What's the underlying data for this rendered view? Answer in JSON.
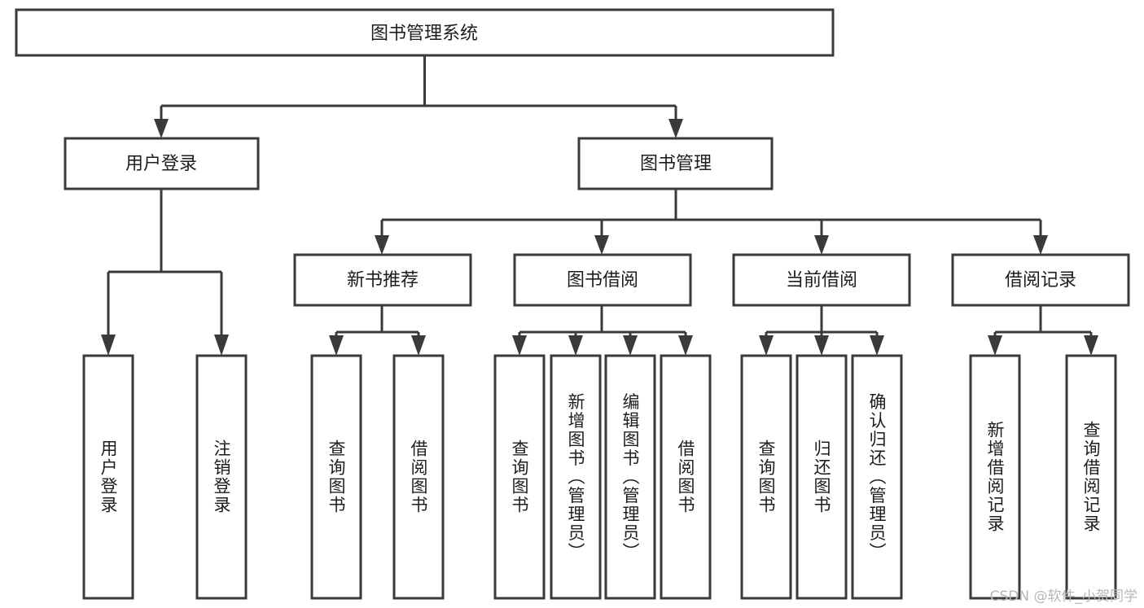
{
  "diagram": {
    "type": "tree-hierarchy-chart",
    "title": "图书管理系统",
    "watermark": "CSDN @软件_小贺同学",
    "colors": {
      "stroke": "#3a3a3a",
      "fill": "#ffffff",
      "text": "#1d1d1d",
      "watermark": "#b7b7b7",
      "background": "#ffffff"
    },
    "root": {
      "label": "图书管理系统"
    },
    "level2": [
      {
        "id": "user-login",
        "label": "用户登录"
      },
      {
        "id": "book-management",
        "label": "图书管理"
      }
    ],
    "level3": [
      {
        "id": "new-book-recommend",
        "label": "新书推荐",
        "parent": "book-management"
      },
      {
        "id": "book-borrow",
        "label": "图书借阅",
        "parent": "book-management"
      },
      {
        "id": "current-borrow",
        "label": "当前借阅",
        "parent": "book-management"
      },
      {
        "id": "borrow-record",
        "label": "借阅记录",
        "parent": "book-management"
      }
    ],
    "leaves": [
      {
        "id": "leaf-user-login",
        "label": "用户登录",
        "parent": "user-login"
      },
      {
        "id": "leaf-user-logout",
        "label": "注销登录",
        "parent": "user-login"
      },
      {
        "id": "leaf-query-book-1",
        "label": "查询图书",
        "parent": "new-book-recommend"
      },
      {
        "id": "leaf-borrow-book-1",
        "label": "借阅图书",
        "parent": "new-book-recommend"
      },
      {
        "id": "leaf-query-book-2",
        "label": "查询图书",
        "parent": "book-borrow"
      },
      {
        "id": "leaf-add-book",
        "label": "新增图书（管理员）",
        "parent": "book-borrow"
      },
      {
        "id": "leaf-edit-book",
        "label": "编辑图书（管理员）",
        "parent": "book-borrow"
      },
      {
        "id": "leaf-borrow-book-2",
        "label": "借阅图书",
        "parent": "book-borrow"
      },
      {
        "id": "leaf-query-book-3",
        "label": "查询图书",
        "parent": "current-borrow"
      },
      {
        "id": "leaf-return-book",
        "label": "归还图书",
        "parent": "current-borrow"
      },
      {
        "id": "leaf-confirm-return",
        "label": "确认归还（管理员）",
        "parent": "current-borrow"
      },
      {
        "id": "leaf-add-record",
        "label": "新增借阅记录",
        "parent": "borrow-record"
      },
      {
        "id": "leaf-query-record",
        "label": "查询借阅记录",
        "parent": "borrow-record"
      }
    ]
  }
}
